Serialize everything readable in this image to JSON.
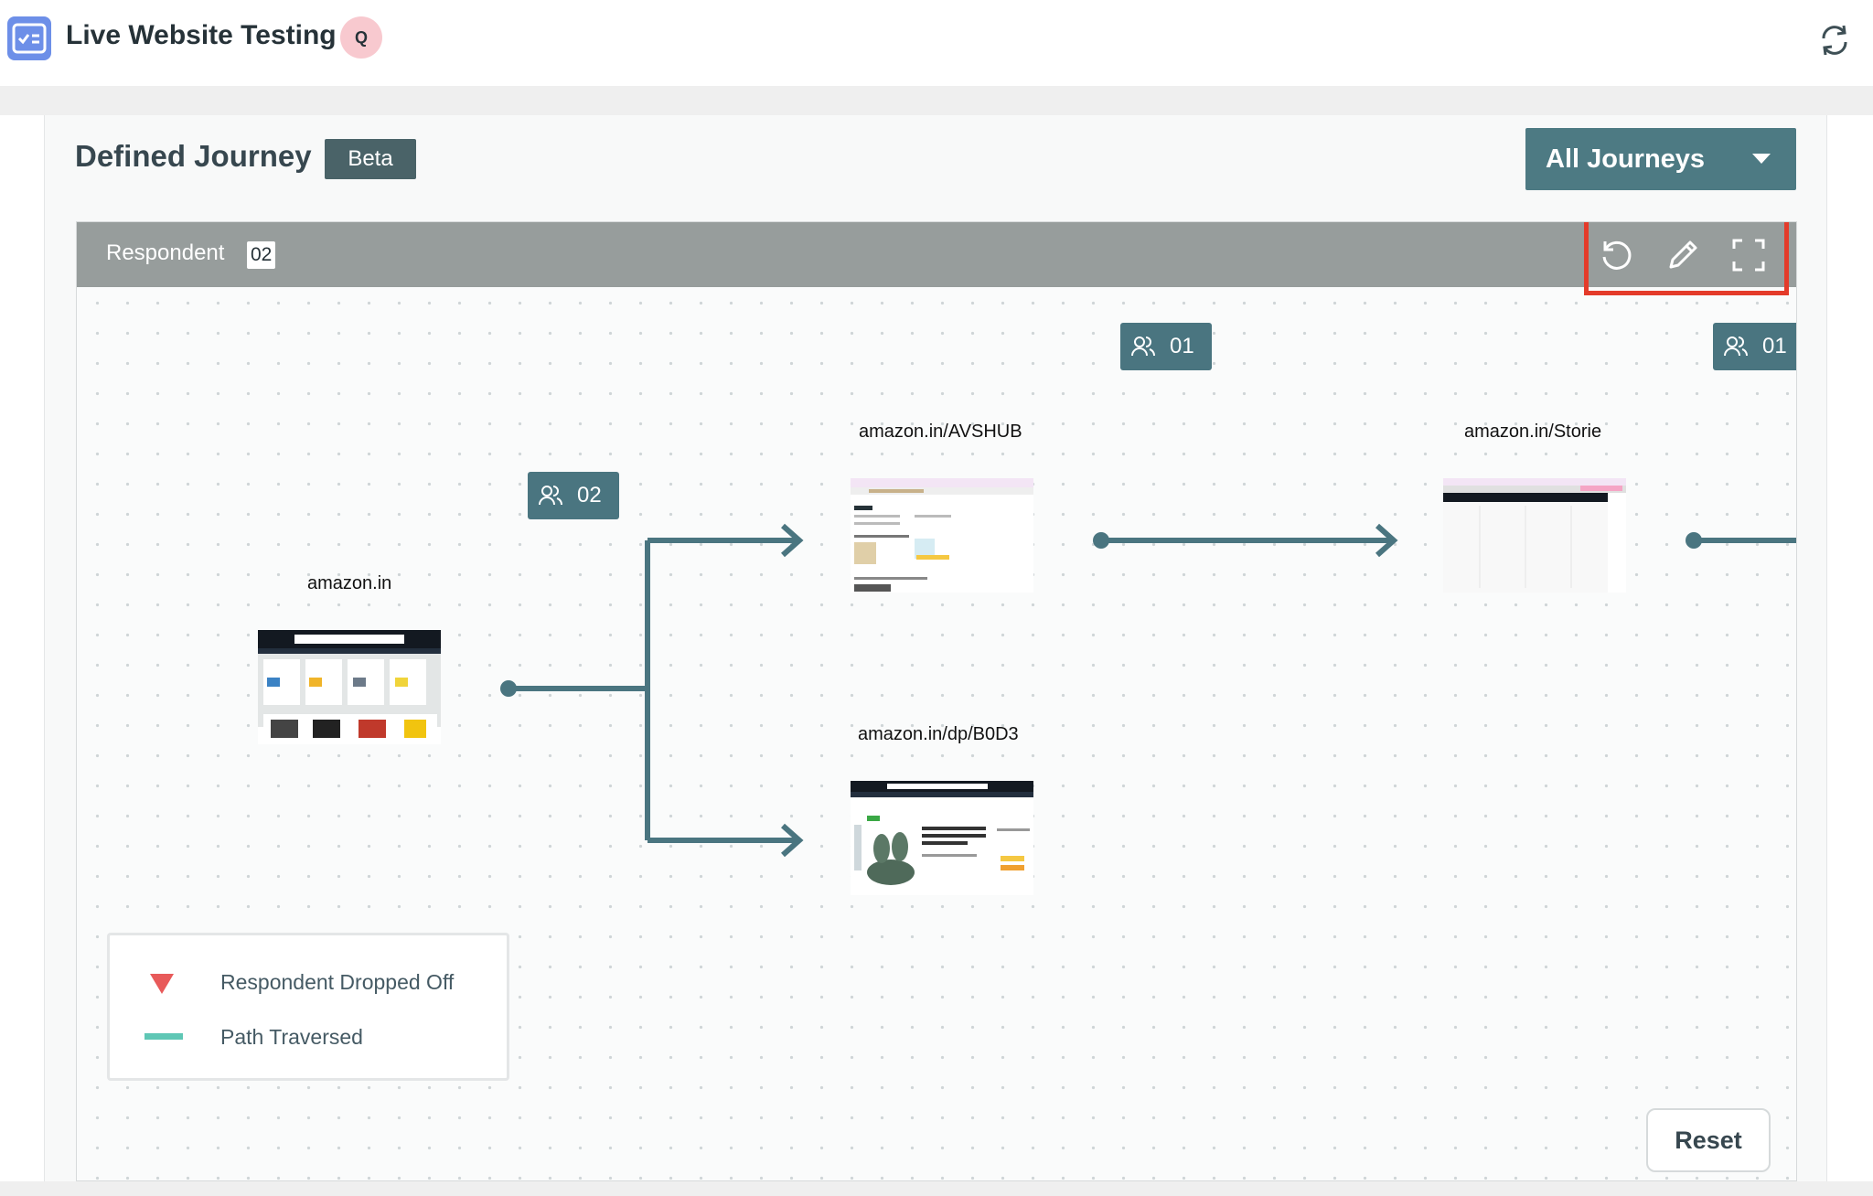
{
  "app": {
    "title": "Live Website Testing",
    "avatar_initial": "Q"
  },
  "page": {
    "section_title": "Defined Journey",
    "badge": "Beta"
  },
  "journey_filter": {
    "selected": "All Journeys"
  },
  "canvas": {
    "header_label": "Respondent",
    "respondent_count": "02",
    "toolbar": [
      "undo-icon",
      "pencil-icon",
      "fullscreen-icon"
    ],
    "nodes": [
      {
        "label": "amazon.in"
      },
      {
        "label": "amazon.in/AVSHUB"
      },
      {
        "label": "amazon.in/dp/B0D3"
      },
      {
        "label": "amazon.in/Storie"
      }
    ],
    "counts": [
      {
        "value": "02"
      },
      {
        "value": "01"
      },
      {
        "value": "01"
      }
    ],
    "legend": {
      "dropped_off": "Respondent Dropped Off",
      "path_traversed": "Path Traversed"
    },
    "reset_label": "Reset"
  },
  "colors": {
    "accent": "#4d7a83",
    "path": "#4a7580",
    "dropped_off": "#e85a5a",
    "path_traversed_legend": "#5fc7b5",
    "highlight": "#e43b2a"
  }
}
